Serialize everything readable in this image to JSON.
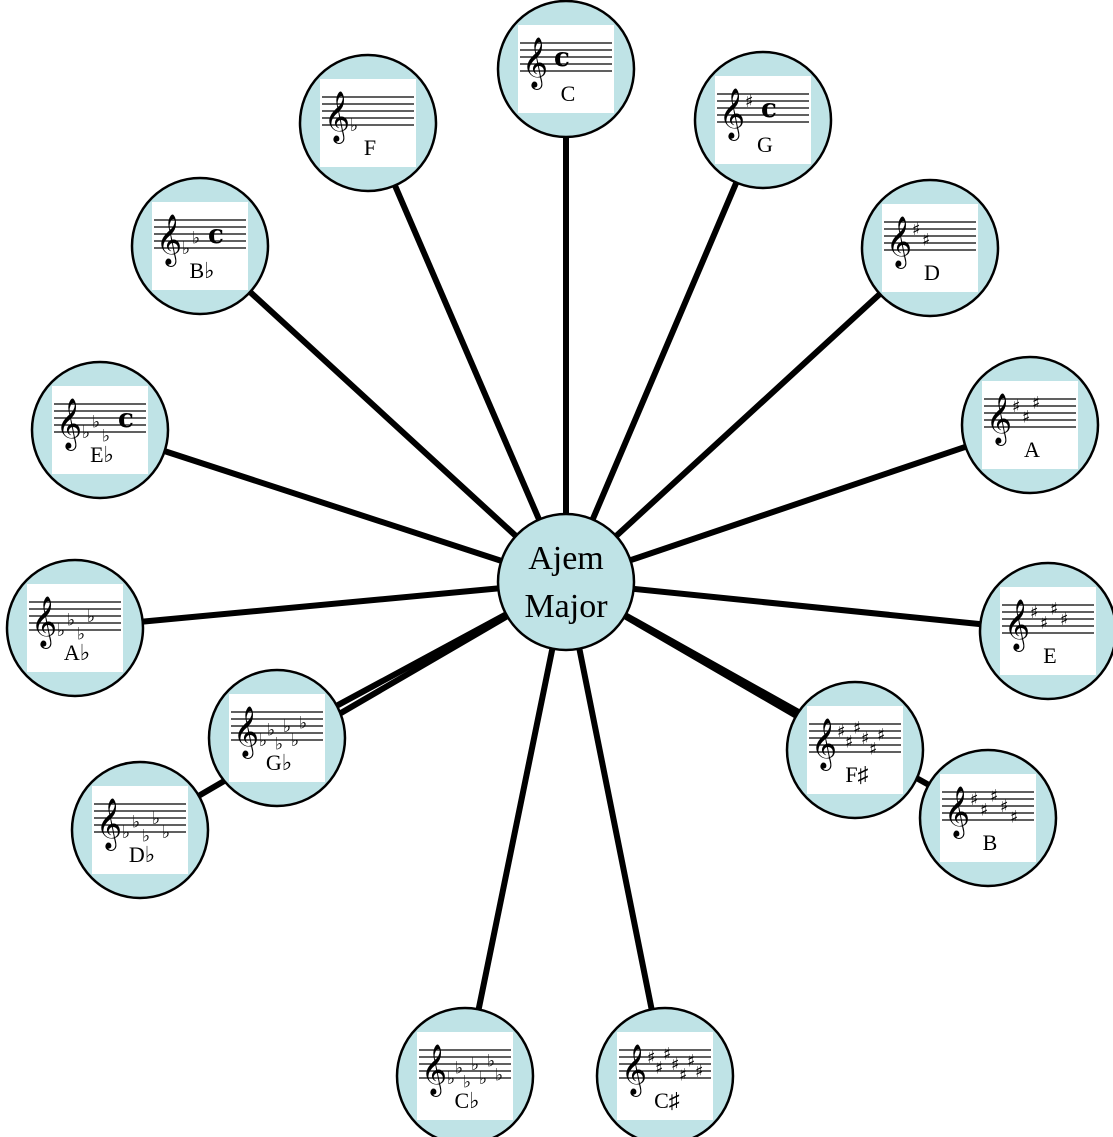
{
  "center": {
    "line1": "Ajem",
    "line2": "Major"
  },
  "colors": {
    "node_fill": "#bfe3e6",
    "line": "#000000",
    "card": "#ffffff"
  },
  "nodes": [
    {
      "label": "C",
      "accidental": "none",
      "count": 0,
      "time_signature": "c"
    },
    {
      "label": "G",
      "accidental": "sharp",
      "count": 1,
      "time_signature": "c"
    },
    {
      "label": "D",
      "accidental": "sharp",
      "count": 2,
      "time_signature": ""
    },
    {
      "label": "A",
      "accidental": "sharp",
      "count": 3,
      "time_signature": ""
    },
    {
      "label": "E",
      "accidental": "sharp",
      "count": 4,
      "time_signature": ""
    },
    {
      "label": "B",
      "accidental": "sharp",
      "count": 5,
      "time_signature": ""
    },
    {
      "label": "F♯",
      "accidental": "sharp",
      "count": 6,
      "time_signature": ""
    },
    {
      "label": "C♯",
      "accidental": "sharp",
      "count": 7,
      "time_signature": ""
    },
    {
      "label": "C♭",
      "accidental": "flat",
      "count": 7,
      "time_signature": ""
    },
    {
      "label": "G♭",
      "accidental": "flat",
      "count": 6,
      "time_signature": ""
    },
    {
      "label": "D♭",
      "accidental": "flat",
      "count": 5,
      "time_signature": ""
    },
    {
      "label": "A♭",
      "accidental": "flat",
      "count": 4,
      "time_signature": ""
    },
    {
      "label": "E♭",
      "accidental": "flat",
      "count": 3,
      "time_signature": "c"
    },
    {
      "label": "B♭",
      "accidental": "flat",
      "count": 2,
      "time_signature": "c"
    },
    {
      "label": "F",
      "accidental": "flat",
      "count": 1,
      "time_signature": ""
    }
  ]
}
